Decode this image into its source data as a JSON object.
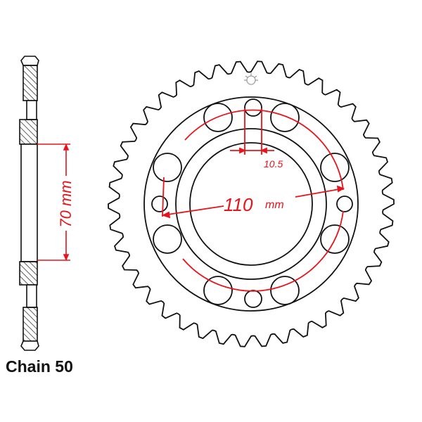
{
  "labels": {
    "chain": "Chain 50",
    "hub_diameter": "70 mm",
    "bolt_circle": "110",
    "bolt_circle_unit": "mm",
    "bolt_hole": "10.5"
  },
  "colors": {
    "outline": "#111111",
    "dimension": "#e8141b"
  }
}
